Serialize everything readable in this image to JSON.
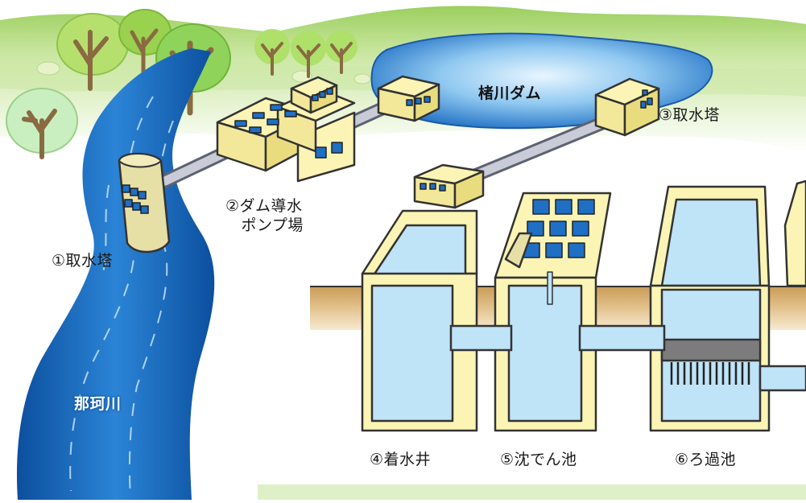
{
  "labels": {
    "intake_tower_1": "①取水塔",
    "dam_pump_station": "②ダム導水\n　ポンプ場",
    "intake_tower_3": "③取水塔",
    "receiving_well": "④着水井",
    "sedimentation_basin": "⑤沈でん池",
    "filter_basin": "⑥ろ過池",
    "dam_name": "楮川ダム",
    "river_name": "那珂川"
  },
  "colors": {
    "river": "#1f6fc4",
    "water": "#bfe3f7",
    "ground": "#d9b173",
    "grass": "#cde8a6",
    "building": "#fbf4b4",
    "tree_crown": "#8fd35a"
  }
}
